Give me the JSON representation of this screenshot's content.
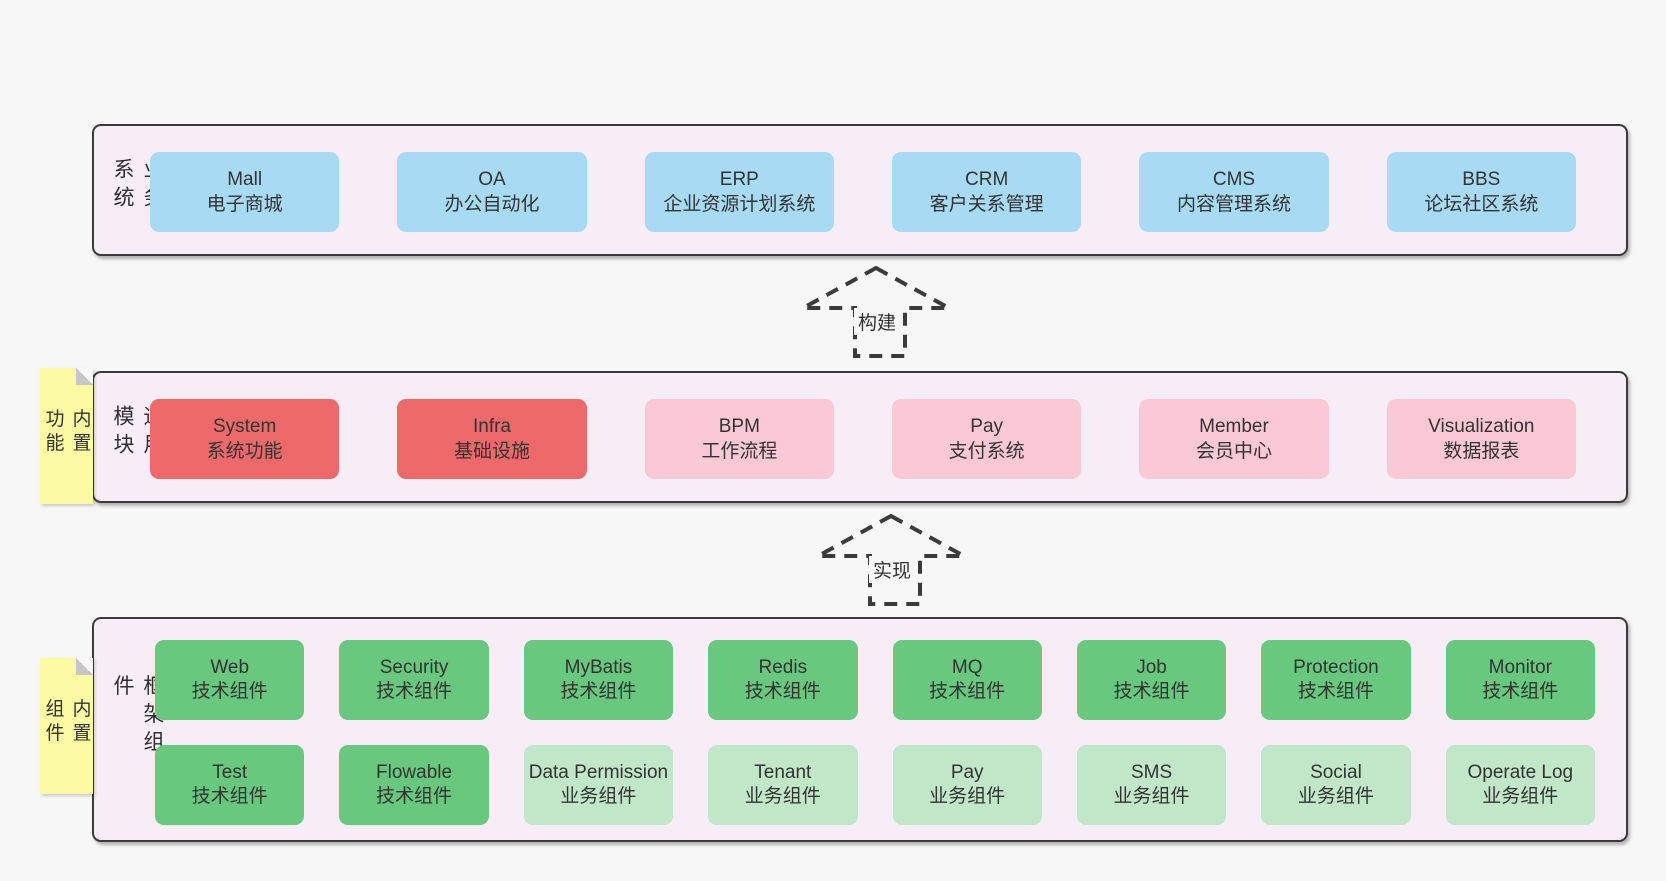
{
  "diagram": {
    "layers": [
      {
        "id": "business-systems",
        "side_label": "业务系统",
        "rows": [
          {
            "boxes": [
              {
                "en": "Mall",
                "zh": "电子商城",
                "type": "blue"
              },
              {
                "en": "OA",
                "zh": "办公自动化",
                "type": "blue"
              },
              {
                "en": "ERP",
                "zh": "企业资源计划系统",
                "type": "blue"
              },
              {
                "en": "CRM",
                "zh": "客户关系管理",
                "type": "blue"
              },
              {
                "en": "CMS",
                "zh": "内容管理系统",
                "type": "blue"
              },
              {
                "en": "BBS",
                "zh": "论坛社区系统",
                "type": "blue"
              }
            ]
          }
        ]
      },
      {
        "id": "common-modules",
        "side_label": "通用模块",
        "sticky_note": "内置功能",
        "rows": [
          {
            "boxes": [
              {
                "en": "System",
                "zh": "系统功能",
                "type": "red"
              },
              {
                "en": "Infra",
                "zh": "基础设施",
                "type": "red"
              },
              {
                "en": "BPM",
                "zh": "工作流程",
                "type": "pink"
              },
              {
                "en": "Pay",
                "zh": "支付系统",
                "type": "pink"
              },
              {
                "en": "Member",
                "zh": "会员中心",
                "type": "pink"
              },
              {
                "en": "Visualization",
                "zh": "数据报表",
                "type": "pink"
              }
            ]
          }
        ]
      },
      {
        "id": "framework-components",
        "side_label": "框架组件",
        "sticky_note": "内置组件",
        "rows": [
          {
            "boxes": [
              {
                "en": "Web",
                "zh": "技术组件",
                "type": "green"
              },
              {
                "en": "Security",
                "zh": "技术组件",
                "type": "green"
              },
              {
                "en": "MyBatis",
                "zh": "技术组件",
                "type": "green"
              },
              {
                "en": "Redis",
                "zh": "技术组件",
                "type": "green"
              },
              {
                "en": "MQ",
                "zh": "技术组件",
                "type": "green"
              },
              {
                "en": "Job",
                "zh": "技术组件",
                "type": "green"
              },
              {
                "en": "Protection",
                "zh": "技术组件",
                "type": "green"
              },
              {
                "en": "Monitor",
                "zh": "技术组件",
                "type": "green"
              }
            ]
          },
          {
            "boxes": [
              {
                "en": "Test",
                "zh": "技术组件",
                "type": "green"
              },
              {
                "en": "Flowable",
                "zh": "技术组件",
                "type": "green"
              },
              {
                "en": "Data Permission",
                "zh": "业务组件",
                "type": "lightgreen"
              },
              {
                "en": "Tenant",
                "zh": "业务组件",
                "type": "lightgreen"
              },
              {
                "en": "Pay",
                "zh": "业务组件",
                "type": "lightgreen"
              },
              {
                "en": "SMS",
                "zh": "业务组件",
                "type": "lightgreen"
              },
              {
                "en": "Social",
                "zh": "业务组件",
                "type": "lightgreen"
              },
              {
                "en": "Operate Log",
                "zh": "业务组件",
                "type": "lightgreen"
              }
            ]
          }
        ]
      }
    ],
    "arrows": [
      {
        "id": "build",
        "label": "构建"
      },
      {
        "id": "implement",
        "label": "实现"
      }
    ],
    "colors": {
      "page_bg": "#f7f7f7",
      "layer_bg": "#f7edf6",
      "layer_border": "#3a3a3a",
      "business_box": "#a7daf3",
      "core_module_box": "#ee6a6a",
      "module_box": "#fac9d4",
      "tech_component_box": "#68c87e",
      "biz_component_box": "#c1e7c9",
      "sticky_note": "#fafaa2",
      "note_fold": "#c6c6c6",
      "text": "#333333"
    }
  }
}
